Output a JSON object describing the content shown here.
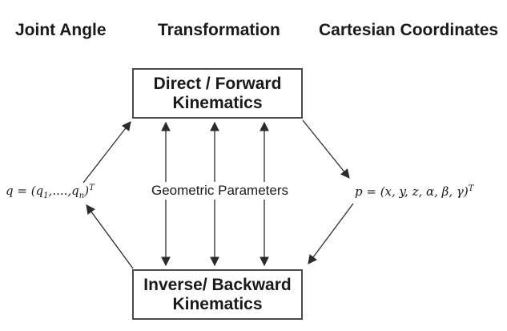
{
  "headers": {
    "left": "Joint Angle",
    "center": "Transformation",
    "right": "Cartesian Coordinates"
  },
  "boxes": {
    "forward": {
      "line1": "Direct / Forward",
      "line2": "Kinematics"
    },
    "inverse": {
      "line1": "Inverse/ Backward",
      "line2": "Kinematics"
    }
  },
  "center_label": "Geometric Parameters",
  "formulas": {
    "joint": {
      "p1": "q = (q",
      "sub1": "1",
      "p2": ",....,q",
      "sub2": "n",
      "p3": ")",
      "sup": "T"
    },
    "cartesian": {
      "p1": "p = (x, y, z, α, β, γ)",
      "sup": "T"
    }
  },
  "arrows": {
    "vertical_count": 3,
    "vertical_style": "double-headed",
    "cycle": [
      "joint-angle to forward-kinematics",
      "forward-kinematics to cartesian-coordinates",
      "cartesian-coordinates to inverse-kinematics",
      "inverse-kinematics to joint-angle"
    ]
  },
  "colors": {
    "ink": "#1a1a1a",
    "line": "#2b2b2b",
    "box_border": "#4a4a4a",
    "background": "#ffffff"
  }
}
